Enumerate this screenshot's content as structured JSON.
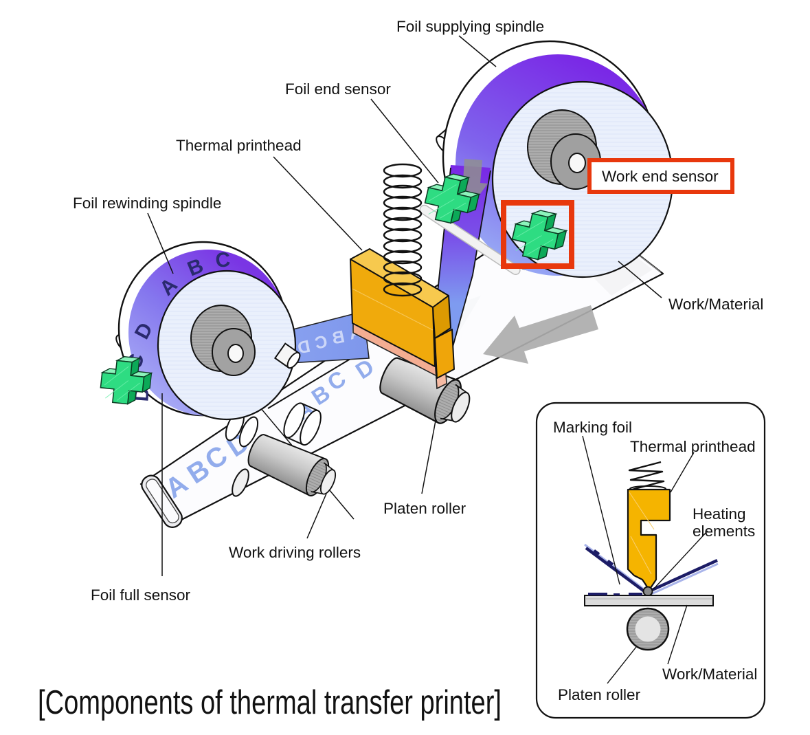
{
  "title": "[Components of thermal transfer printer]",
  "labels": {
    "foil_supplying_spindle": "Foil supplying spindle",
    "foil_end_sensor": "Foil end sensor",
    "thermal_printhead": "Thermal printhead",
    "foil_rewinding_spindle": "Foil rewinding spindle",
    "work_end_sensor": "Work end sensor",
    "work_material": "Work/Material",
    "platen_roller": "Platen roller",
    "work_driving_rollers": "Work driving rollers",
    "foil_full_sensor": "Foil full sensor"
  },
  "inset": {
    "marking_foil": "Marking foil",
    "thermal_printhead": "Thermal printhead",
    "heating_elements": [
      "Heating",
      "elements"
    ],
    "work_material": "Work/Material",
    "platen_roller": "Platen roller"
  },
  "letters": [
    "A",
    "B",
    "C",
    "D"
  ],
  "colors": {
    "highlight_red": "#E8380D",
    "foil_purple": "#7A28E6",
    "foil_blue": "#7E9BF0",
    "sensor_green": "#2EDC82",
    "printhead_gold": "#F0AA0C",
    "heating_pink": "#F4AD92"
  }
}
